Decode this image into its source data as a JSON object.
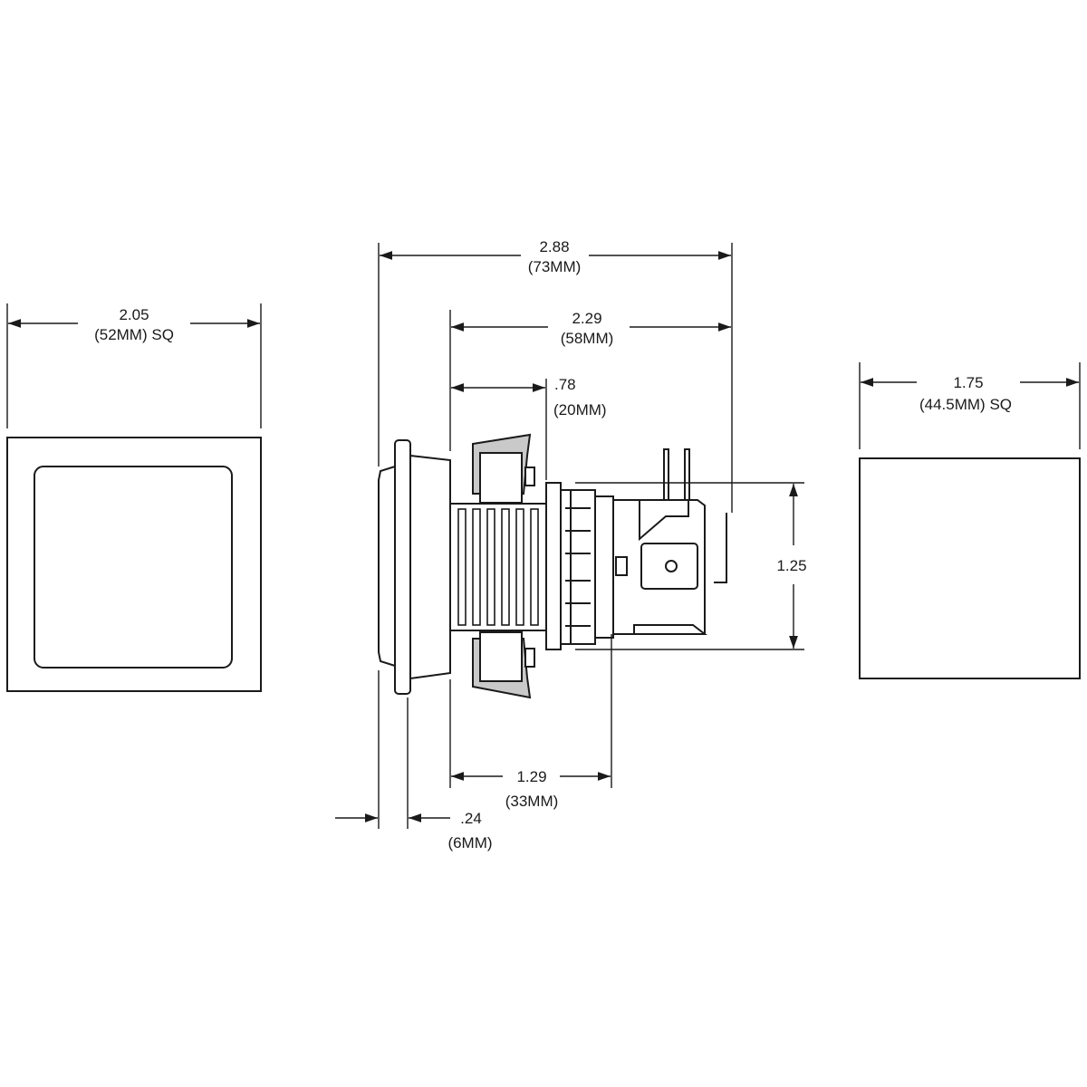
{
  "dimensions": {
    "front_width": {
      "value": "2.05",
      "metric": "(52MM) SQ"
    },
    "overall_length": {
      "value": "2.88",
      "metric": "(73MM)"
    },
    "behind_panel_length": {
      "value": "2.29",
      "metric": "(58MM)"
    },
    "bezel_depth": {
      "value": ".78",
      "metric": "(20MM)"
    },
    "switch_height": {
      "value": "1.25"
    },
    "body_length": {
      "value": "1.29",
      "metric": "(33MM)"
    },
    "cap_depth": {
      "value": ".24",
      "metric": "(6MM)"
    },
    "cutout_width": {
      "value": "1.75",
      "metric": "(44.5MM) SQ"
    }
  },
  "colors": {
    "line": "#1a1a1a",
    "shade": "#c9c9c9",
    "background": "#ffffff"
  }
}
